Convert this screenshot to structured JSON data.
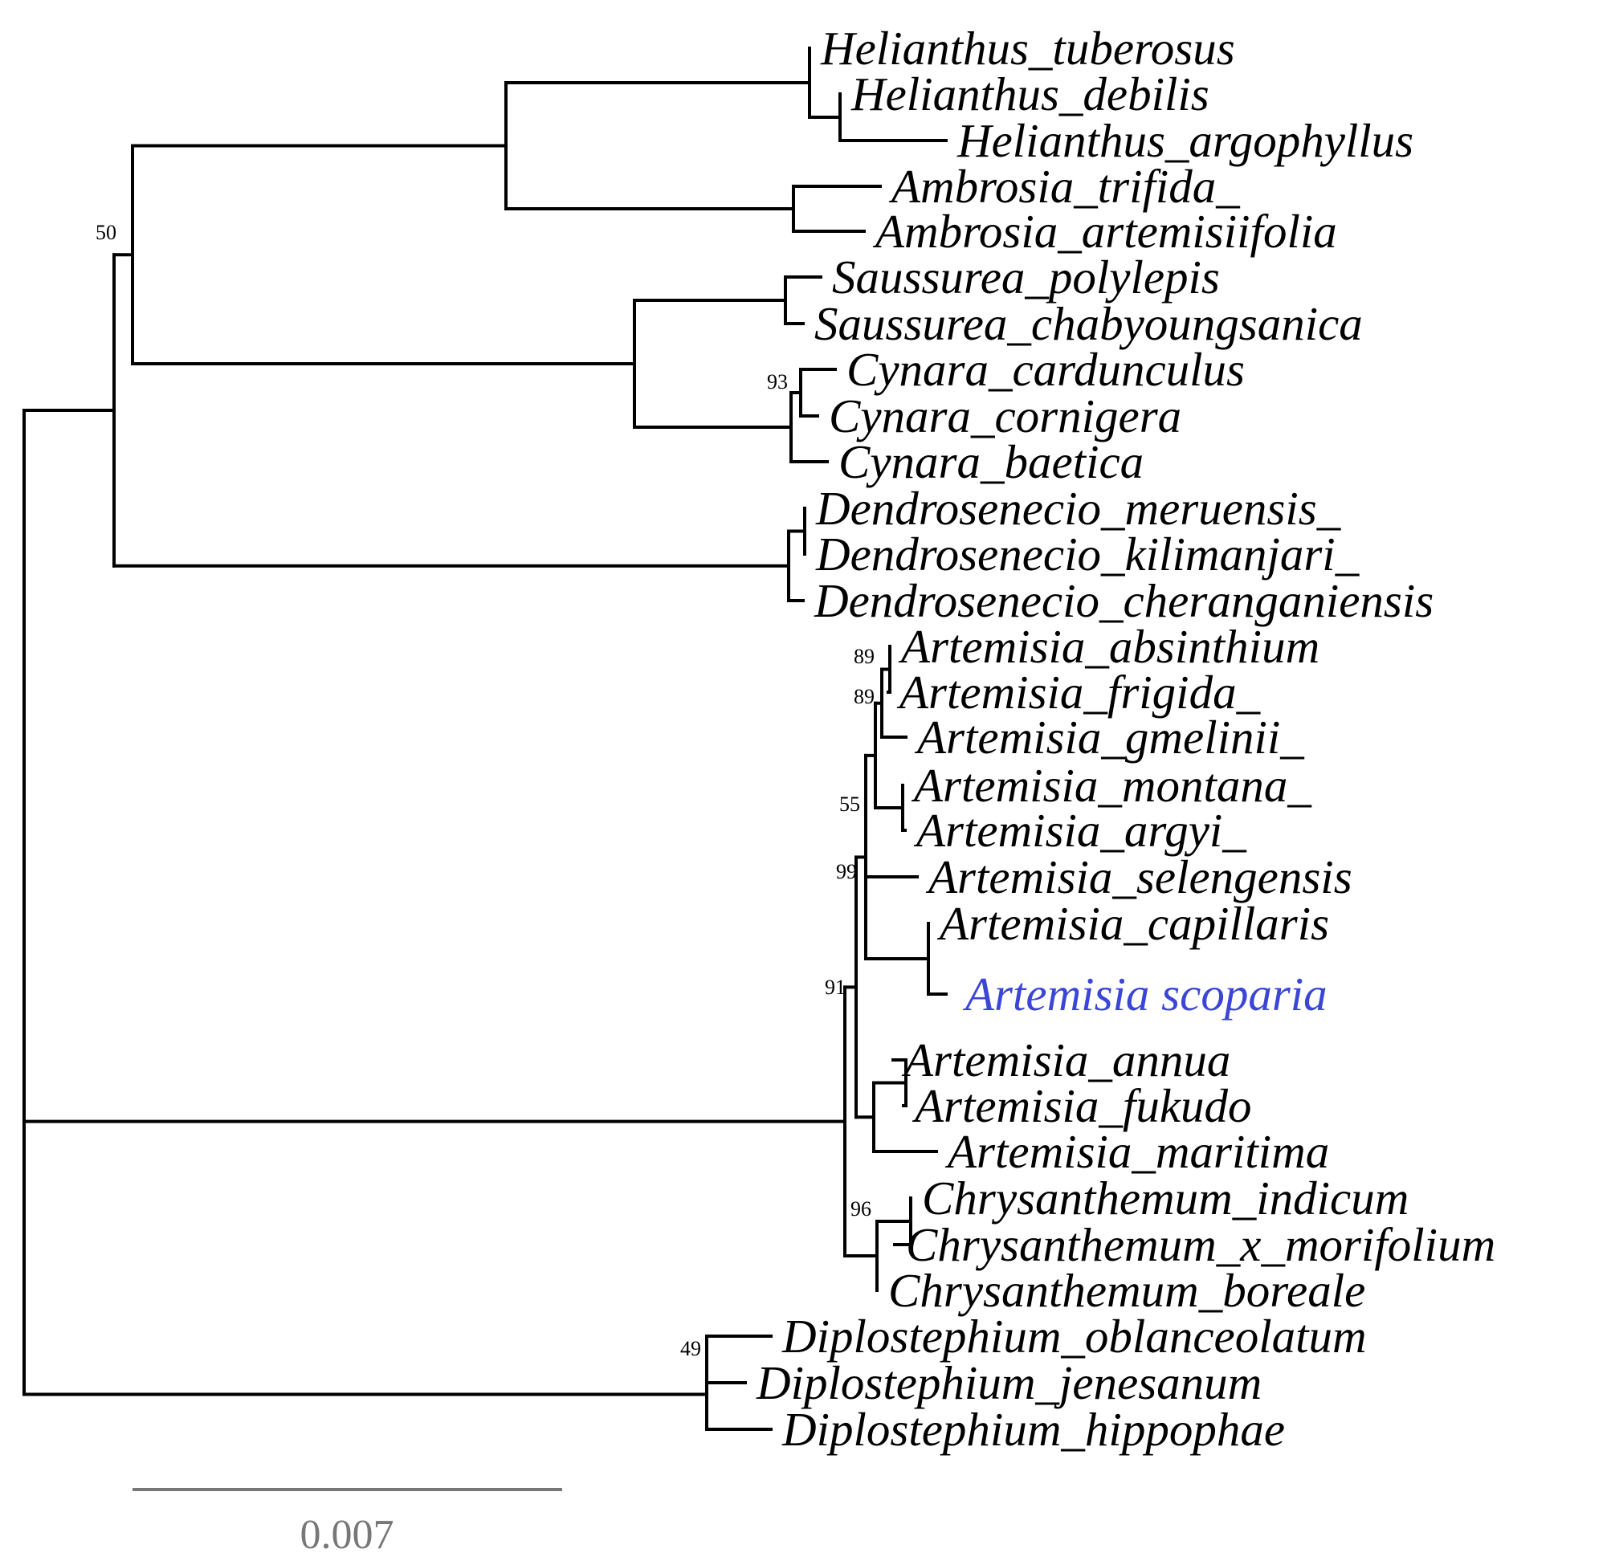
{
  "taxa": [
    {
      "id": "t1",
      "label": "Helianthus_tuberosus"
    },
    {
      "id": "t2",
      "label": "Helianthus_debilis"
    },
    {
      "id": "t3",
      "label": "Helianthus_argophyllus"
    },
    {
      "id": "t4",
      "label": "Ambrosia_trifida_"
    },
    {
      "id": "t5",
      "label": "Ambrosia_artemisiifolia"
    },
    {
      "id": "t6",
      "label": "Saussurea_polylepis"
    },
    {
      "id": "t7",
      "label": "Saussurea_chabyoungsanica"
    },
    {
      "id": "t8",
      "label": "Cynara_cardunculus"
    },
    {
      "id": "t9",
      "label": "Cynara_cornigera"
    },
    {
      "id": "t10",
      "label": "Cynara_baetica"
    },
    {
      "id": "t11",
      "label": "Dendrosenecio_meruensis_"
    },
    {
      "id": "t12",
      "label": "Dendrosenecio_kilimanjari_"
    },
    {
      "id": "t13",
      "label": "Dendrosenecio_cheranganiensis"
    },
    {
      "id": "t14",
      "label": "Artemisia_absinthium"
    },
    {
      "id": "t15",
      "label": "Artemisia_frigida_"
    },
    {
      "id": "t16",
      "label": "Artemisia_gmelinii_"
    },
    {
      "id": "t17",
      "label": "Artemisia_montana_"
    },
    {
      "id": "t18",
      "label": "Artemisia_argyi_"
    },
    {
      "id": "t19",
      "label": "Artemisia_selengensis"
    },
    {
      "id": "t20",
      "label": "Artemisia_capillaris"
    },
    {
      "id": "t21",
      "label": "Artemisia scoparia",
      "highlight": true
    },
    {
      "id": "t22",
      "label": "Artemisia_annua"
    },
    {
      "id": "t23",
      "label": "Artemisia_fukudo"
    },
    {
      "id": "t24",
      "label": "Artemisia_maritima"
    },
    {
      "id": "t25",
      "label": "Chrysanthemum_indicum"
    },
    {
      "id": "t26",
      "label": "Chrysanthemum_x_morifolium"
    },
    {
      "id": "t27",
      "label": "Chrysanthemum_boreale"
    },
    {
      "id": "t28",
      "label": "Diplostephium_oblanceolatum"
    },
    {
      "id": "t29",
      "label": "Diplostephium_jenesanum"
    },
    {
      "id": "t30",
      "label": "Diplostephium_hippophae"
    }
  ],
  "support_values": [
    {
      "node": "n_asterids_core",
      "value": "50"
    },
    {
      "node": "n_cynara",
      "value": "93"
    },
    {
      "node": "n_absinthium",
      "value": "89"
    },
    {
      "node": "n_frigida",
      "value": "89"
    },
    {
      "node": "n_art_core",
      "value": "55"
    },
    {
      "node": "n_art_main",
      "value": "99"
    },
    {
      "node": "n_anthemideae",
      "value": "91"
    },
    {
      "node": "n_chrysanthemum",
      "value": "96"
    },
    {
      "node": "n_diplostephium",
      "value": "49"
    }
  ],
  "scale_bar": {
    "label": "0.007"
  }
}
